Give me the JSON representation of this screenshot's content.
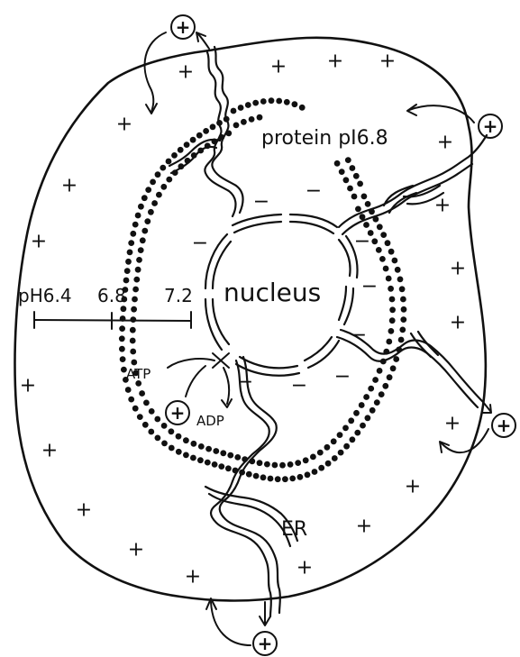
{
  "labels": {
    "protein": "protein pI6.8",
    "nucleus": "nucleus",
    "er": "ER",
    "atp": "ATP",
    "adp": "ADP"
  },
  "ph_scale": {
    "ticks": [
      "pH6.4",
      "6.8",
      "7.2"
    ]
  },
  "symbols": {
    "positive": "+",
    "negative": "−",
    "cation": "+"
  }
}
